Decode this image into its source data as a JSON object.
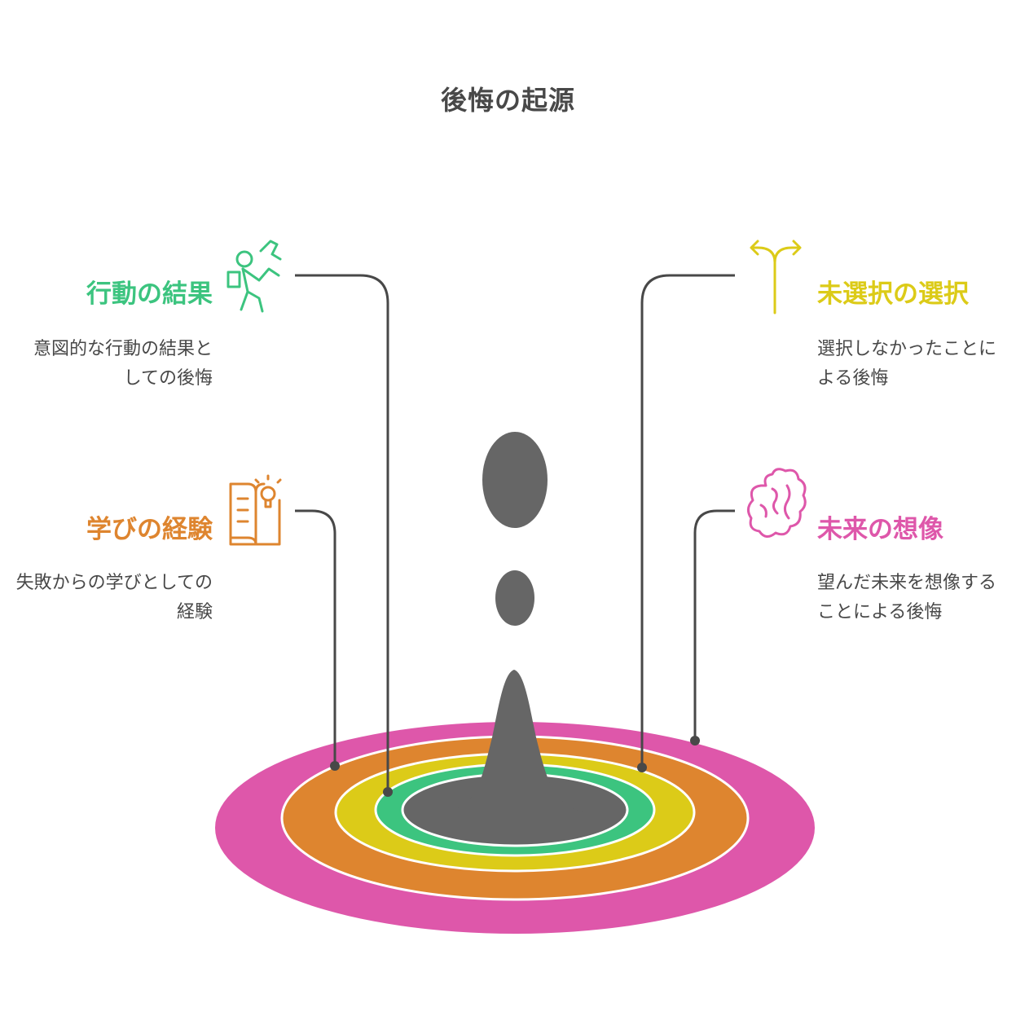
{
  "title": "後悔の起源",
  "colors": {
    "pink": "#de57aa",
    "orange": "#de852f",
    "yellow": "#dccb18",
    "green": "#3cc47f",
    "gray": "#666666",
    "connector": "#484848",
    "text": "#484848"
  },
  "items": [
    {
      "label": "行動の結果",
      "description": "意図的な行動の結果と\nしての後悔",
      "icon": "running-person-icon",
      "color": "#3cc47f"
    },
    {
      "label": "学びの経験",
      "description": "失敗からの学びとしての\n経験",
      "icon": "book-lightbulb-icon",
      "color": "#de852f"
    },
    {
      "label": "未選択の選択",
      "description": "選択しなかったことに\nよる後悔",
      "icon": "fork-arrows-icon",
      "color": "#dccb18"
    },
    {
      "label": "未来の想像",
      "description": "望んだ未来を想像する\nことによる後悔",
      "icon": "brain-icon",
      "color": "#de57aa"
    }
  ]
}
